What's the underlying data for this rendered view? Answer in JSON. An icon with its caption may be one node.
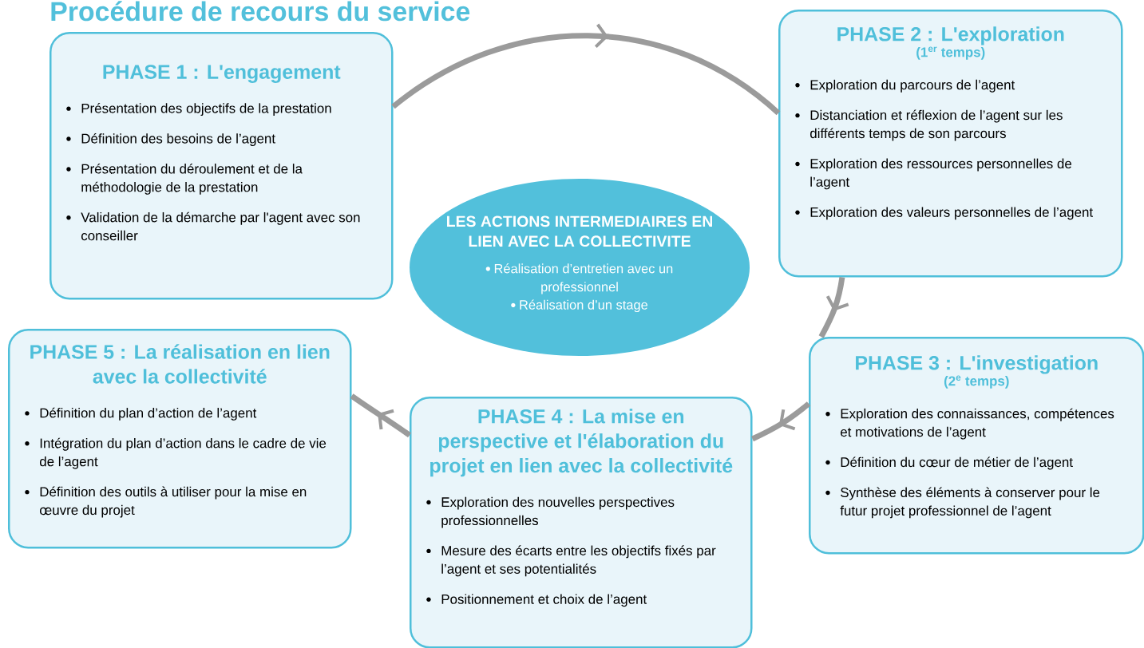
{
  "diagram": {
    "title": "Procédure de recours du service",
    "nodes": [
      {
        "text": [
          "PHASE 1 : L'engagement",
          "Présentation des objectifs de la prestation",
          "Définition des besoins de l’agent",
          "Présentation du déroulement et de la méthodologie de la prestation",
          "Validation de la démarche par l'agent avec son conseiller"
        ]
      },
      {
        "text": [
          "PHASE 2 : L'exploration",
          "(1$^{er}$ temps)",
          "Exploration du parcours de l’agent",
          "Distanciation et réflexion de l’agent sur les différents temps de son parcours",
          "Exploration des ressources personnelles de l’agent",
          "Exploration des valeurs personnelles de l’agent"
        ]
      },
      {
        "text": [
          "PHASE 3 : L'investigation",
          "(2$^{e}$ temps)",
          "Exploration des connaissances, compétences et motivations de l’agent",
          "Définition du cœur de métier de l’agent",
          "Synthèse des éléments à conserver pour le futur projet professionnel de l’agent"
        ]
      },
      {
        "text": [
          "PHASE 4 : La mise en perspective et l'élaboration du projet en lien avec la collectivité",
          "Exploration des nouvelles perspectives professionnelles",
          "Mesure des écarts entre les objectifs fixés par l’agent et ses potentialités",
          "Positionnement et choix de l’agent"
        ]
      },
      {
        "text": [
          "PHASE 5 : La réalisation en lien avec la collectivité",
          "Définition du plan d’action de l’agent",
          "Intégration du plan d’action dans le cadre de vie de l’agent",
          "Définition des outils à utiliser pour la mise en œuvre du projet"
        ]
      },
      {
        "text": [
          "LES ACTIONS INTERMEDIAIRES EN LIEN AVEC LA COLLECTIVITE",
          "Réalisation d’entretien avec un professionnel",
          "Réalisation d’un stage"
        ]
      }
    ],
    "edges": [
      {
        "from": 0,
        "to": 1,
        "arrow": "to"
      },
      {
        "from": 1,
        "to": 2,
        "arrow": "to"
      },
      {
        "from": 2,
        "to": 3,
        "arrow": "to"
      },
      {
        "from": 3,
        "to": 4,
        "arrow": "to"
      }
    ]
  }
}
